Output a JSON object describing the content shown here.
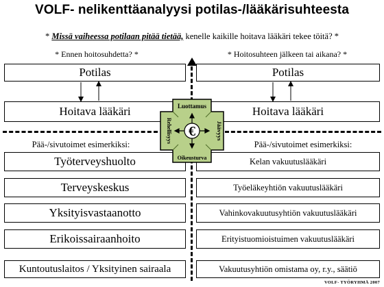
{
  "title": "VOLF- nelikenttäanalyysi potilas-/lääkärisuhteesta",
  "subtitle": {
    "prefix": "* ",
    "emphasis": "Missä vaiheessa potilaan pitää tietää,",
    "rest": " kenelle kaikille hoitava lääkäri tekee töitä? *"
  },
  "left": {
    "heading": "* Ennen hoitosuhdetta? *",
    "patient": "Potilas",
    "doctor": "Hoitava lääkäri",
    "examples_label": "Pää-/sivutoimet esimerkiksi:",
    "examples": [
      "Työterveyshuolto",
      "Terveyskeskus",
      "Yksityisvastaanotto",
      "Erikoissairaanhoito"
    ],
    "bottom": "Kuntoutuslaitos / Yksityinen sairaala"
  },
  "right": {
    "heading": "* Hoitosuhteen jälkeen tai aikana? *",
    "patient": "Potilas",
    "doctor": "Hoitava lääkäri",
    "examples_label": "Pää-/sivutoimet esimerkiksi:",
    "examples": [
      "Kelan vakuutuslääkäri",
      "Työeläkeyhtiön vakuutuslääkäri",
      "Vahinkovakuutusyhtiön vakuutuslääkäri",
      "Erityistuomioistuimen vakuutuslääkäri"
    ],
    "bottom": "Vakuutusyhtiön omistama oy, r.y., säätiö"
  },
  "cross": {
    "top": "Luottamus",
    "bottom": "Oikeusturva",
    "left": "Rehellisyys",
    "right": "Jäävyys",
    "center": "€",
    "fill": "#b8d08a",
    "stroke": "#000000"
  },
  "footer": "VOLF- TYÖRYHMÄ 2007"
}
